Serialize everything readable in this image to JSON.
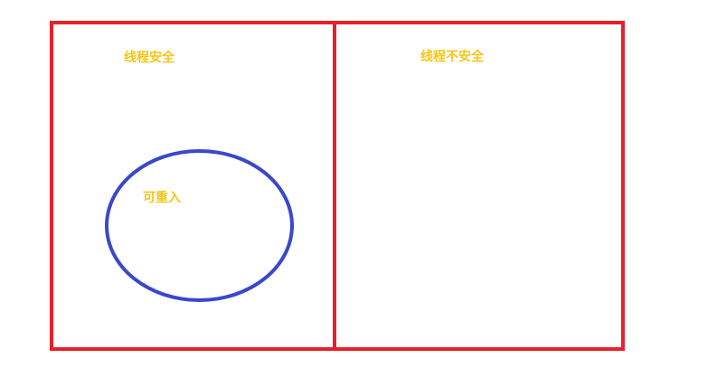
{
  "colors": {
    "box_border": "#e8202a",
    "ellipse_border": "#3b48c9",
    "label_text": "#f5c518",
    "background": "#ffffff"
  },
  "labels": {
    "thread_safe": "线程安全",
    "thread_unsafe": "线程不安全",
    "reentrant": "可重入"
  }
}
